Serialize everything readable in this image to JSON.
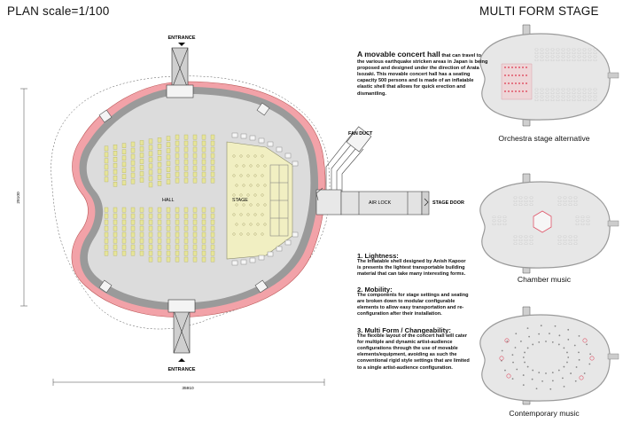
{
  "titles": {
    "plan": "PLAN scale=1/100",
    "multi_form": "MULTI FORM STAGE"
  },
  "plan_labels": {
    "entrance_top": "ENTRANCE",
    "entrance_bottom": "ENTRANCE",
    "fan_duct": "FAN DUCT",
    "hall": "HALL",
    "stage": "STAGE",
    "air_lock": "AIR LOCK",
    "stage_door": "STAGE DOOR",
    "dim_height": "29100",
    "dim_width": "35910"
  },
  "intro": {
    "lead": "A movable concert hall",
    "text": " that can travel to the various earthquake stricken areas in Japan is being proposed and designed under the direction of Arata Isozaki. This movable concert hall has a seating capacity 500 persons and is made of an inflatable elastic shell that allows for quick erection and dismantling."
  },
  "features": [
    {
      "head": "1. Lightness:",
      "text": " The Inflatable shell designed by Anish Kapoor is presents the lightest transportable building material that can take many interesting forms."
    },
    {
      "head": "2. Mobility:",
      "text": " The components for stage settings and seating are broken down to modular configurable elements to allow easy transportation and re-configuration after their installation."
    },
    {
      "head": "3. Multi Form / Changeability:",
      "text": "The flexible layout of the concert hall will cater for multiple and dynamic artist-audience configurations through the use of movable elements/equipment, avoiding as such the conventional rigid style settings that are limited to a single artist-audience configuration."
    }
  ],
  "alternatives": [
    {
      "caption": "Orchestra stage alternative"
    },
    {
      "caption": "Chamber music"
    },
    {
      "caption": "Contemporary music"
    }
  ],
  "colors": {
    "shell_red": "#f2a2a8",
    "floor": "#dcdcdc",
    "stage": "#f1efc2",
    "seat": "#e6e49a",
    "accent_red": "#e0566a"
  }
}
